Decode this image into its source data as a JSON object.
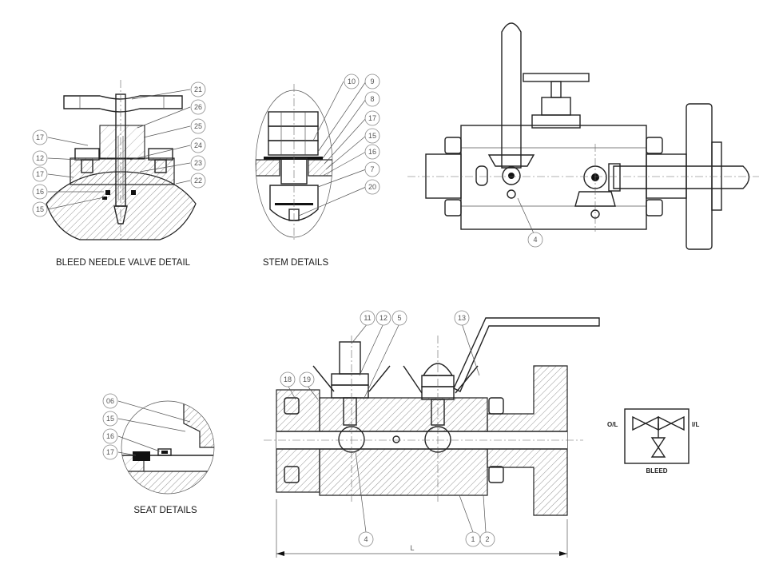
{
  "captions": {
    "bleed_needle": "BLEED NEEDLE VALVE DETAIL",
    "stem": "STEM DETAILS",
    "seat": "SEAT DETAILS"
  },
  "schematic": {
    "outlet": "O/L",
    "inlet": "I/L",
    "bleed": "BLEED"
  },
  "dimension": {
    "length": "L"
  },
  "callouts": {
    "bleed": [
      "21",
      "26",
      "25",
      "24",
      "23",
      "22",
      "17",
      "12",
      "17",
      "16",
      "15"
    ],
    "stem": [
      "10",
      "9",
      "8",
      "17",
      "15",
      "16",
      "7",
      "20"
    ],
    "top": [
      "4"
    ],
    "seat": [
      "06",
      "15",
      "16",
      "17"
    ],
    "main": [
      "11",
      "12",
      "5",
      "13",
      "18",
      "19",
      "4",
      "1",
      "2"
    ]
  }
}
